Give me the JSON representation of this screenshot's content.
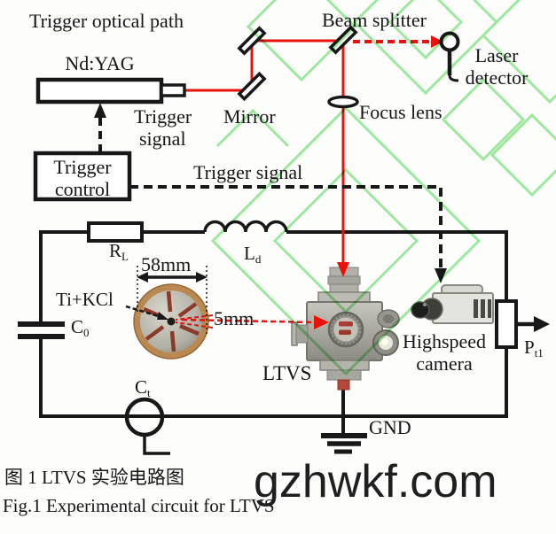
{
  "figure": {
    "title": "Trigger optical path",
    "caption_zh": "图 1 LTVS 实验电路图",
    "caption_en": "Fig.1 Experimental circuit for LTVS",
    "watermark": "gzhwkf.com"
  },
  "optics": {
    "laser_label": "Nd:YAG",
    "mirror_label": "Mirror",
    "beam_splitter_label": "Beam splitter",
    "laser_detector_line1": "Laser",
    "laser_detector_line2": "detector",
    "focus_lens_label": "Focus lens"
  },
  "trigger": {
    "signal_line1": "Trigger",
    "signal_line2": "signal",
    "control_line1": "Trigger",
    "control_line2": "control",
    "signal_label": "Trigger signal"
  },
  "circuit": {
    "r_load": {
      "base": "R",
      "sub": "L"
    },
    "inductor": {
      "base": "L",
      "sub": "d"
    },
    "main_cap": {
      "base": "C",
      "sub": "0"
    },
    "current_transformer": {
      "base": "C",
      "sub": "t"
    },
    "probe": {
      "base": "P",
      "sub": "t1"
    },
    "ground_label": "GND",
    "switch_label": "LTVS"
  },
  "electrode": {
    "material_label": "Ti+KCl",
    "diameter_label": "58mm",
    "gap_label": "5mm"
  },
  "camera": {
    "line1": "Highspeed",
    "line2": "camera"
  },
  "colors": {
    "beam_red": "#e8120c",
    "wire_black": "#181818",
    "watermark_green": "#80e080",
    "watermark_text": "#1f1f1f"
  }
}
